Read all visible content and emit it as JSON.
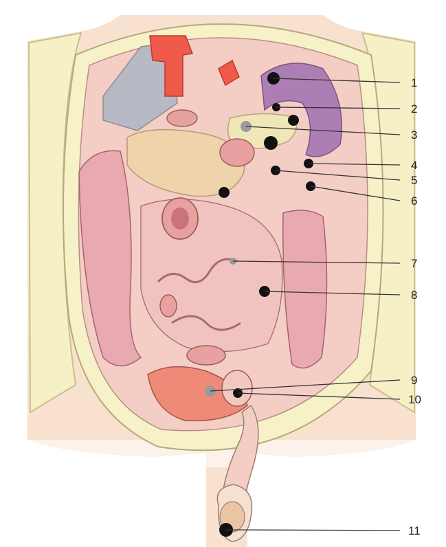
{
  "figure": {
    "labels": [
      "1",
      "2",
      "3",
      "4",
      "5",
      "6",
      "7",
      "8",
      "9",
      "10",
      "11"
    ]
  },
  "colors": {
    "skin": "#f6dcc8",
    "peritoneum": "#f3c9bf",
    "cavity_wall": "#f6f1c6",
    "colon": "#e8a9b1",
    "small_intestine": "#f0c3c0",
    "stomach_liver": "#efd3aa",
    "spleen": "#a97ab0",
    "pancreas": "#efe7b8",
    "vessel_red": "#f05a4a",
    "liver_grey": "#b5b8c2",
    "bladder": "#ef8a78",
    "marker_black": "#111111",
    "marker_grey": "#9a9a9a"
  }
}
